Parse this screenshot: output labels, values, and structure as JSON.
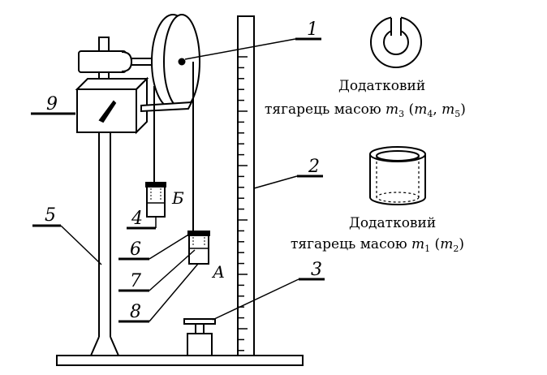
{
  "callouts": [
    {
      "id": "1",
      "text": "1"
    },
    {
      "id": "2",
      "text": "2"
    },
    {
      "id": "3",
      "text": "3"
    },
    {
      "id": "4",
      "text": "4"
    },
    {
      "id": "5",
      "text": "5"
    },
    {
      "id": "6",
      "text": "6"
    },
    {
      "id": "7",
      "text": "7"
    },
    {
      "id": "8",
      "text": "8"
    },
    {
      "id": "9",
      "text": "9"
    }
  ],
  "letters": {
    "b": "Б",
    "a": "А"
  },
  "caption_ring": {
    "line1": "Додатковий",
    "line2_prefix": "тягарець масою ",
    "m": "m",
    "s3": "3",
    "open": " (",
    "s4": "4",
    "comma": ", ",
    "s5": "5",
    "close": ")"
  },
  "caption_cup": {
    "line1": "Додатковий",
    "line2_prefix": "тягарець масою ",
    "m": "m",
    "s1": "1",
    "open": " (",
    "s2": "2",
    "close": ")"
  },
  "colors": {
    "ink": "#000000",
    "background": "#ffffff"
  }
}
